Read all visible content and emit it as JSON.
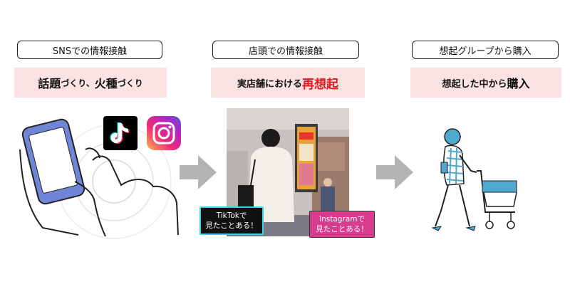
{
  "columns": [
    {
      "header": "SNSでの情報接触",
      "headline_parts": [
        "話題",
        "づくり、",
        "火種",
        "づくり"
      ]
    },
    {
      "header": "店頭での情報接触",
      "headline_prefix": "実店舗における",
      "headline_emphasis": "再想起"
    },
    {
      "header": "想起グループから購入",
      "headline_prefix": "想起した中から",
      "headline_emphasis": "購入"
    }
  ],
  "callouts": {
    "tiktok": [
      "TikTokで",
      "見たことある！"
    ],
    "instagram": [
      "Instagramで",
      "見たことある！"
    ]
  },
  "icons": [
    "smartphone-hand-icon",
    "tiktok-app-icon",
    "instagram-app-icon",
    "arrow-right-icon",
    "shopper-with-cart-icon"
  ],
  "colors": {
    "band": "#fbe3e3",
    "emphasis": "#e8141b",
    "arrow": "#b3b3b3",
    "figure": "#4fa8cf",
    "tiktok_border": "#41d1e6",
    "instagram_bg": "#d83c8e"
  }
}
